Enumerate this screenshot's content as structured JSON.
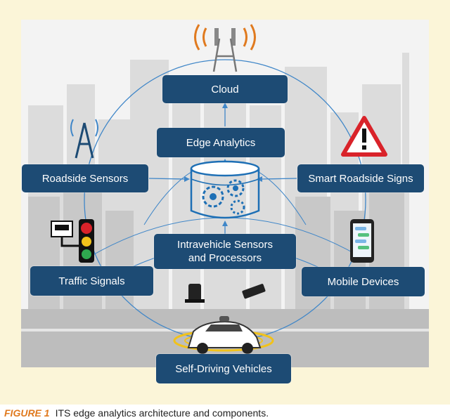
{
  "diagram": {
    "nodes": {
      "cloud": "Cloud",
      "edge_analytics": "Edge Analytics",
      "roadside_sensors": "Roadside Sensors",
      "smart_roadside_signs": "Smart Roadside Signs",
      "intravehicle_line1": "Intravehicle Sensors",
      "intravehicle_line2": "and Processors",
      "traffic_signals": "Traffic Signals",
      "mobile_devices": "Mobile Devices",
      "self_driving_vehicles": "Self-Driving Vehicles"
    },
    "icons": [
      "cell-tower-icon",
      "radio-tower-icon",
      "warning-sign-icon",
      "traffic-light-icon",
      "smartphone-icon",
      "database-gears-icon",
      "autonomous-car-icon",
      "sensor-icon",
      "processor-icon"
    ],
    "colors": {
      "node": "#1d4b74",
      "ring": "#3f86c8",
      "panel": "#fbf5d8",
      "warning": "#d9232a",
      "caption_label": "#e07a1f"
    }
  },
  "caption": {
    "label": "FIGURE 1",
    "text": "ITS edge analytics architecture and components."
  }
}
